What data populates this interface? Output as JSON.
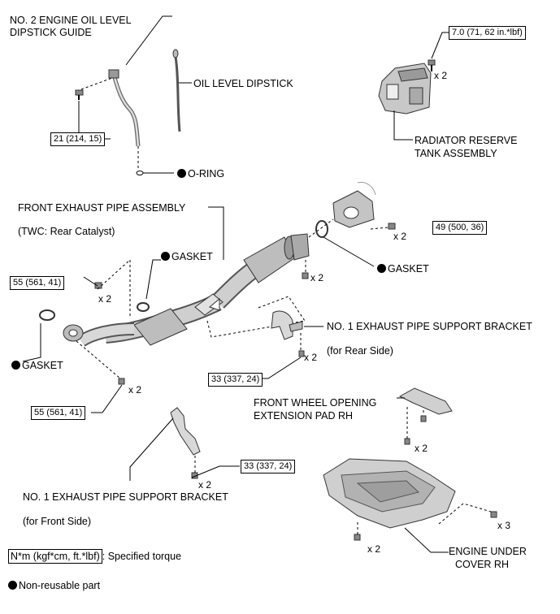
{
  "labels": {
    "dipstick_guide_1": "NO. 2 ENGINE OIL LEVEL",
    "dipstick_guide_2": "DIPSTICK GUIDE",
    "oil_level_dipstick": "OIL LEVEL DIPSTICK",
    "o_ring": "O-RING",
    "radiator_tank_1": "RADIATOR RESERVE",
    "radiator_tank_2": "TANK ASSEMBLY",
    "front_exhaust_pipe": "FRONT EXHAUST PIPE ASSEMBLY",
    "twc_rear_catalyst": "(TWC: Rear Catalyst)",
    "gasket_center": "GASKET",
    "gasket_right": "GASKET",
    "gasket_left": "GASKET",
    "support_bracket_rear": "NO. 1 EXHAUST PIPE SUPPORT BRACKET",
    "for_rear_side": "(for Rear Side)",
    "wheel_pad_1": "FRONT WHEEL OPENING",
    "wheel_pad_2": "EXTENSION PAD RH",
    "support_bracket_front": "NO. 1 EXHAUST PIPE SUPPORT BRACKET",
    "for_front_side": "(for Front Side)",
    "under_cover_1": "ENGINE UNDER",
    "under_cover_2": "COVER RH"
  },
  "torque": {
    "t_7": "7.0 (71, 62 in.*lbf)",
    "t_21": "21 (214, 15)",
    "t_49": "49 (500, 36)",
    "t_55_upper": "55 (561, 41)",
    "t_55_lower": "55 (561, 41)",
    "t_33_rear": "33 (337, 24)",
    "t_33_front": "33 (337, 24)"
  },
  "quantities": {
    "q_radiator": "x 2",
    "q_49": "x 2",
    "q_flange_nut": "x 2",
    "q_55_upper": "x 2",
    "q_33_rear": "x 2",
    "q_55_lower": "x 2",
    "q_pad": "x 2",
    "q_33_front": "x 2",
    "q_cover_right": "x 3",
    "q_cover_left": "x 2"
  },
  "legend": {
    "torque_box": "N*m (kgf*cm, ft.*lbf)",
    "torque_text": ": Specified torque",
    "non_reusable": "Non-reusable part"
  },
  "colors": {
    "ink": "#000000",
    "part_gray": "#bdbdbd",
    "part_dark": "#555555"
  }
}
